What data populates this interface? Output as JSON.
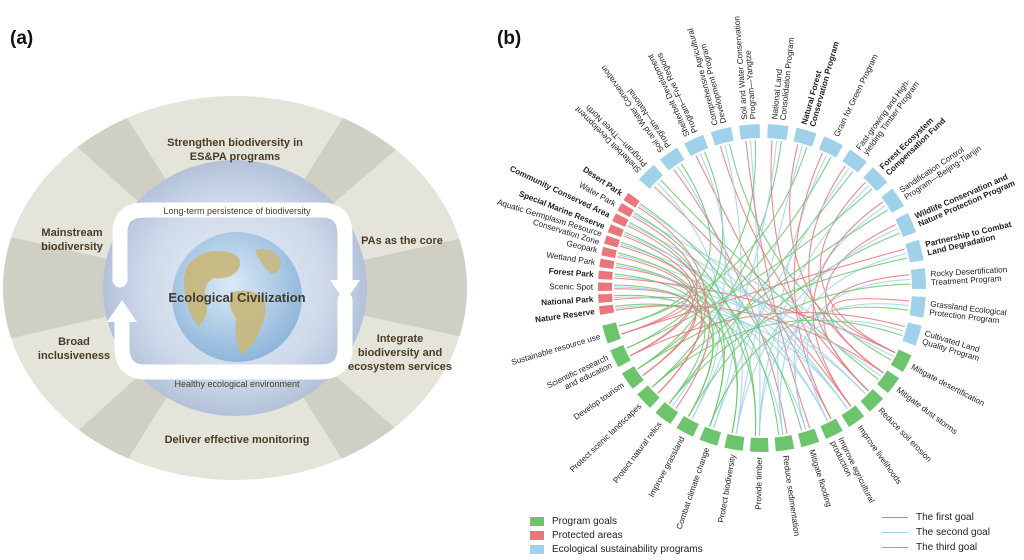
{
  "panel_a": {
    "label": "(a)",
    "center": "Ecological Civilization",
    "arc_top": "Long-term persistence of biodiversity",
    "arc_bottom": "Healthy ecological environment",
    "ring": {
      "top": [
        "Strengthen biodiversity in",
        "ES&PA programs"
      ],
      "top_right": [
        "PAs as the core"
      ],
      "bottom_right": [
        "Integrate",
        "biodiversity and",
        "ecosystem services"
      ],
      "bottom": [
        "Deliver effective monitoring"
      ],
      "bottom_left": [
        "Broad",
        "inclusiveness"
      ],
      "top_left": [
        "Mainstream",
        "biodiversity"
      ]
    },
    "colors": {
      "ring": "#e4e4da",
      "ring_dark": "#cfcfc4",
      "inner": "#c7d4e6",
      "text": "#4a3b24",
      "arrow": "#ffffff"
    }
  },
  "panel_b": {
    "label": "(b)",
    "colors": {
      "green": "#6cc56c",
      "red": "#e8767a",
      "blue": "#9fd2ea",
      "link_red": "#e8767a",
      "link_blue": "#9fd2ea",
      "link_green": "#6cc56c"
    },
    "labels": [
      {
        "text": [
          "Shelterbelt Development",
          "Program—Three North"
        ],
        "bold": false
      },
      {
        "text": [
          "Soil and Water Conservation",
          "Program—National"
        ],
        "bold": false
      },
      {
        "text": [
          "Shelterbelt Development",
          "Program—Five Regions"
        ],
        "bold": false
      },
      {
        "text": [
          "Comprehensive Agricultural",
          "Development Program"
        ],
        "bold": false
      },
      {
        "text": [
          "Soil and Water Conservation",
          "Program—Yangtze"
        ],
        "bold": false
      },
      {
        "text": [
          "National Land",
          "Consolidation Program"
        ],
        "bold": false
      },
      {
        "text": [
          "Natural Forest",
          "Conservation Program"
        ],
        "bold": true
      },
      {
        "text": [
          "Grain for Green Program"
        ],
        "bold": false
      },
      {
        "text": [
          "Fast-growing and High-",
          "yielding Timber Program"
        ],
        "bold": false
      },
      {
        "text": [
          "Forest Ecosystem",
          "Compensation Fund"
        ],
        "bold": true
      },
      {
        "text": [
          "Sandification Control",
          "Program—Beijing-Tianjin"
        ],
        "bold": false
      },
      {
        "text": [
          "Wildlife Conservation and",
          "Nature Protection Program"
        ],
        "bold": true
      },
      {
        "text": [
          "Partnership to Combat",
          "Land Degradation"
        ],
        "bold": true
      },
      {
        "text": [
          "Rocky Desertification",
          "Treatment Program"
        ],
        "bold": false
      },
      {
        "text": [
          "Grassland Ecological",
          "Protection Program"
        ],
        "bold": false
      },
      {
        "text": [
          "Cultivated Land",
          "Quality Program"
        ],
        "bold": false
      },
      {
        "text": [
          "Mitigate desertification"
        ],
        "bold": false
      },
      {
        "text": [
          "Mitigate dust storms"
        ],
        "bold": false
      },
      {
        "text": [
          "Reduce soil erosion"
        ],
        "bold": false
      },
      {
        "text": [
          "Improve livelihoods"
        ],
        "bold": false
      },
      {
        "text": [
          "Improve agricultural",
          "production"
        ],
        "bold": false
      },
      {
        "text": [
          "Mitigate flooding"
        ],
        "bold": false
      },
      {
        "text": [
          "Reduce sedimentation"
        ],
        "bold": false
      },
      {
        "text": [
          "Provide timber"
        ],
        "bold": false
      },
      {
        "text": [
          "Protect biodiversity"
        ],
        "bold": false
      },
      {
        "text": [
          "Combat climate change"
        ],
        "bold": false
      },
      {
        "text": [
          "Improve grassland"
        ],
        "bold": false
      },
      {
        "text": [
          "Protect natural relics"
        ],
        "bold": false
      },
      {
        "text": [
          "Protect scenic landscapes"
        ],
        "bold": false
      },
      {
        "text": [
          "Develop tourism"
        ],
        "bold": false
      },
      {
        "text": [
          "Scientific research",
          "and education"
        ],
        "bold": false
      },
      {
        "text": [
          "Sustainable resource use"
        ],
        "bold": false
      },
      {
        "text": [
          "Nature Reserve"
        ],
        "bold": true
      },
      {
        "text": [
          "National Park"
        ],
        "bold": true
      },
      {
        "text": [
          "Scenic Spot"
        ],
        "bold": false
      },
      {
        "text": [
          "Forest Park"
        ],
        "bold": true
      },
      {
        "text": [
          "Wetland Park"
        ],
        "bold": false
      },
      {
        "text": [
          "Geopark"
        ],
        "bold": false
      },
      {
        "text": [
          "Aquatic Germplasm Resource",
          "Conservation Zone"
        ],
        "bold": false
      },
      {
        "text": [
          "Special Marine Reserve"
        ],
        "bold": true
      },
      {
        "text": [
          "Community Conserved Area"
        ],
        "bold": true
      },
      {
        "text": [
          "Water Park"
        ],
        "bold": false
      },
      {
        "text": [
          "Desert Park"
        ],
        "bold": true
      }
    ],
    "legend": {
      "categories": [
        "Program goals",
        "Protected areas",
        "Ecological sustainability programs"
      ],
      "links": [
        "The first goal",
        "The second goal",
        "The third goal"
      ]
    }
  }
}
